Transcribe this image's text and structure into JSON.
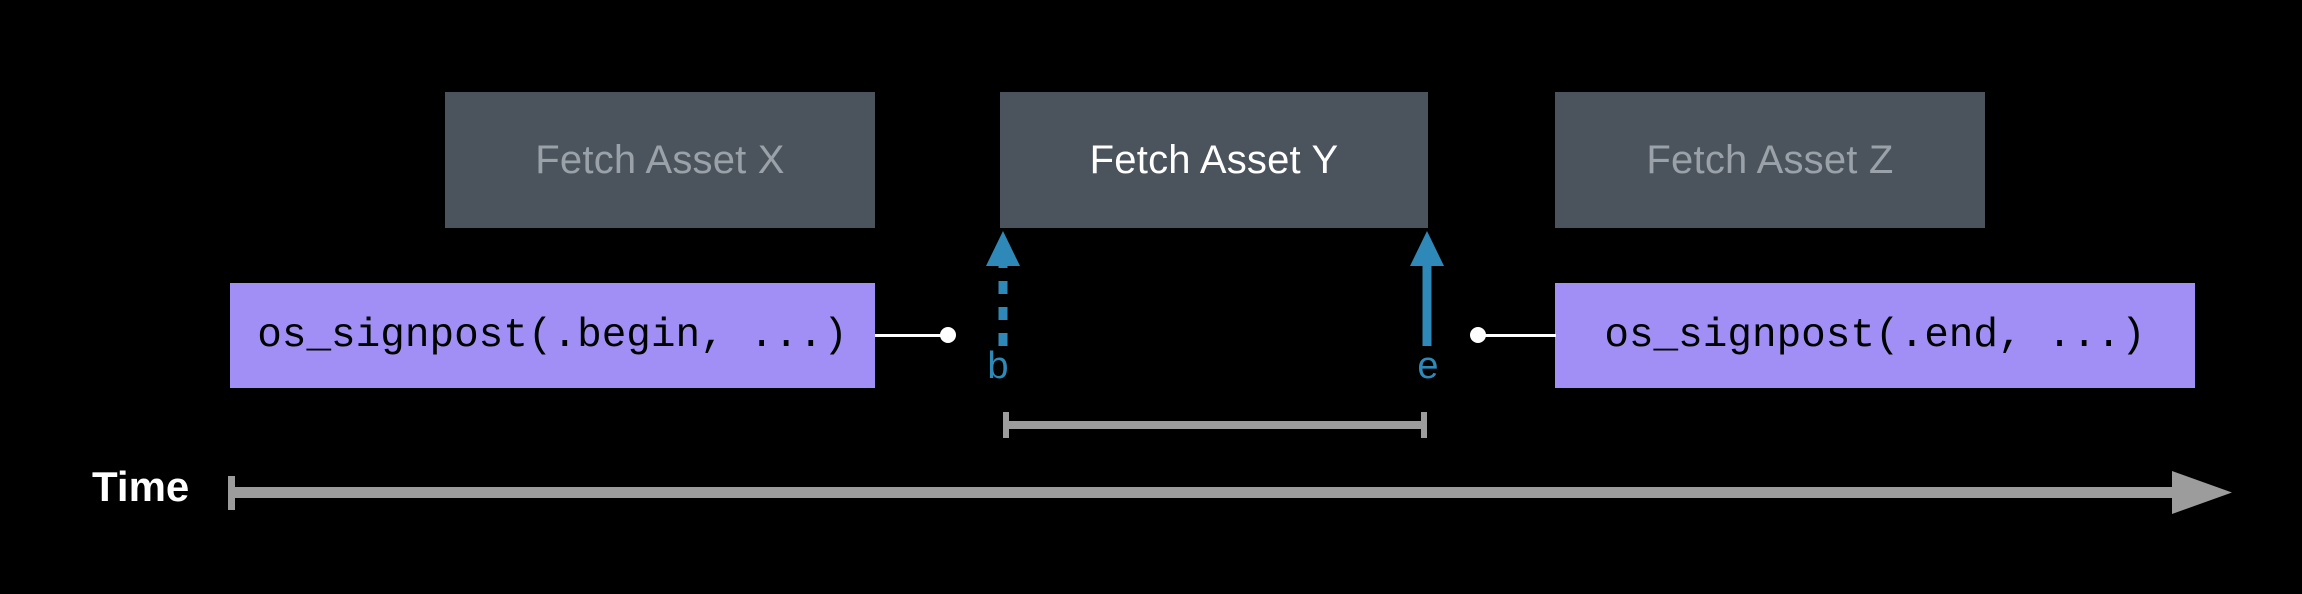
{
  "diagram": {
    "title": "os_signpost interval diagram",
    "background_color": "#000000",
    "colors": {
      "task_box": "#4b535c",
      "task_label_dim": "#9aa1a8",
      "task_label_highlight": "#ffffff",
      "signpost_box": "#a28ff5",
      "signpost_text": "#000000",
      "marker_blue": "#2f89b8",
      "leader_white": "#ffffff",
      "axis_gray": "#9c9c9c"
    }
  },
  "tasks": [
    {
      "id": "x",
      "label": "Fetch Asset X",
      "state": "dimmed"
    },
    {
      "id": "y",
      "label": "Fetch Asset Y",
      "state": "highlighted"
    },
    {
      "id": "z",
      "label": "Fetch Asset Z",
      "state": "dimmed"
    }
  ],
  "signposts": [
    {
      "id": "begin",
      "label": "os_signpost(.begin, ...)"
    },
    {
      "id": "end",
      "label": "os_signpost(.end, ...)"
    }
  ],
  "markers": [
    {
      "id": "b",
      "label": "b",
      "style": "dashed"
    },
    {
      "id": "e",
      "label": "e",
      "style": "solid"
    }
  ],
  "axis": {
    "label": "Time",
    "direction": "right"
  }
}
